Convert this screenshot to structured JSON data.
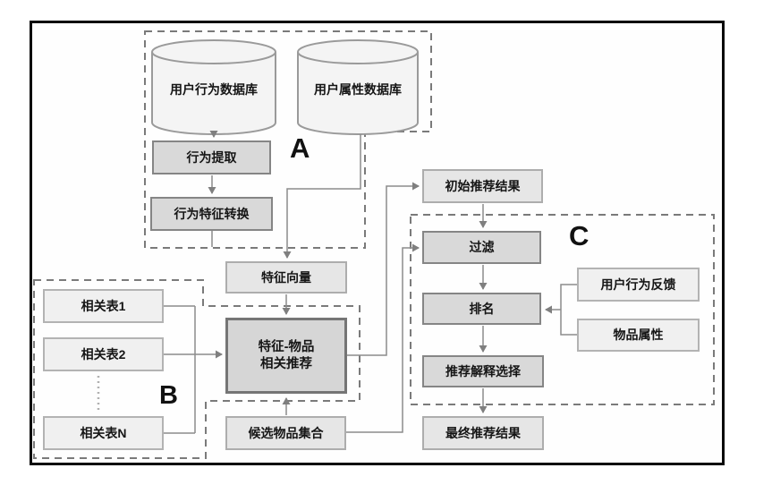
{
  "regions": {
    "a": {
      "label": "A"
    },
    "b": {
      "label": "B"
    },
    "c": {
      "label": "C"
    }
  },
  "nodes": {
    "user_behavior_db": {
      "label": "用户行为数据库",
      "type": "database"
    },
    "user_attr_db": {
      "label": "用户属性数据库",
      "type": "database"
    },
    "behavior_extract": {
      "label": "行为提取"
    },
    "behavior_feature_convert": {
      "label": "行为特征转换"
    },
    "feature_vector": {
      "label": "特征向量"
    },
    "related_table_1": {
      "label": "相关表1"
    },
    "related_table_2": {
      "label": "相关表2"
    },
    "related_table_n": {
      "label": "相关表N"
    },
    "feature_item_rec": {
      "label": "特征-物品\n相关推荐"
    },
    "candidate_item_set": {
      "label": "候选物品集合"
    },
    "initial_rec_result": {
      "label": "初始推荐结果"
    },
    "filter": {
      "label": "过滤"
    },
    "ranking": {
      "label": "排名"
    },
    "rec_explain_select": {
      "label": "推荐解释选择"
    },
    "final_rec_result": {
      "label": "最终推荐结果"
    },
    "user_behavior_feedback": {
      "label": "用户行为反馈"
    },
    "item_attributes": {
      "label": "物品属性"
    }
  },
  "colors": {
    "box_medium": "#d9d9d9",
    "box_light": "#f0f0f0",
    "box_soft": "#e6e6e6",
    "box_main": "#d6d6d6",
    "connector": "#8c8c8c",
    "dashed_region": "#7a7a7a",
    "frame": "#0a0a0a"
  }
}
